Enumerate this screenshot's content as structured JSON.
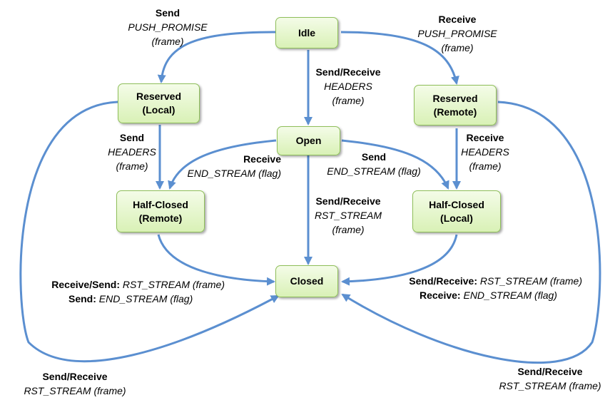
{
  "states": {
    "idle": "Idle",
    "reserved_local": [
      "Reserved",
      "(Local)"
    ],
    "reserved_remote": [
      "Reserved",
      "(Remote)"
    ],
    "open": "Open",
    "half_closed_remote": [
      "Half-Closed",
      "(Remote)"
    ],
    "half_closed_local": [
      "Half-Closed",
      "(Local)"
    ],
    "closed": "Closed"
  },
  "transitions": {
    "idle_to_reserved_local": {
      "action": "Send",
      "frame": "PUSH_PROMISE",
      "kind": "(frame)"
    },
    "idle_to_reserved_remote": {
      "action": "Receive",
      "frame": "PUSH_PROMISE",
      "kind": "(frame)"
    },
    "idle_to_open": {
      "action": "Send/Receive",
      "frame": "HEADERS",
      "kind": "(frame)"
    },
    "reserved_local_to_half_closed": {
      "action": "Send",
      "frame": "HEADERS",
      "kind": "(frame)"
    },
    "reserved_remote_to_half_closed": {
      "action": "Receive",
      "frame": "HEADERS",
      "kind": "(frame)"
    },
    "open_to_half_closed_remote": {
      "action": "Receive",
      "frame": "END_STREAM (flag)"
    },
    "open_to_half_closed_local": {
      "action": "Send",
      "frame": "END_STREAM (flag)"
    },
    "open_to_closed": {
      "action": "Send/Receive",
      "frame": "RST_STREAM",
      "kind": "(frame)"
    },
    "half_closed_remote_to_closed": {
      "line1_action": "Receive/Send:",
      "line1_frame": "RST_STREAM (frame)",
      "line2_action": "Send:",
      "line2_frame": "END_STREAM (flag)"
    },
    "half_closed_local_to_closed": {
      "line1_action": "Send/Receive:",
      "line1_frame": "RST_STREAM (frame)",
      "line2_action": "Receive:",
      "line2_frame": "END_STREAM (flag)"
    },
    "reserved_local_to_closed": {
      "action": "Send/Receive",
      "frame": "RST_STREAM (frame)"
    },
    "reserved_remote_to_closed": {
      "action": "Send/Receive",
      "frame": "RST_STREAM (frame)"
    }
  },
  "colors": {
    "arrow": "#5b8fd0",
    "node_border": "#8fbf5a",
    "node_fill_top": "#f4fce8",
    "node_fill_bottom": "#d9f1b6"
  }
}
